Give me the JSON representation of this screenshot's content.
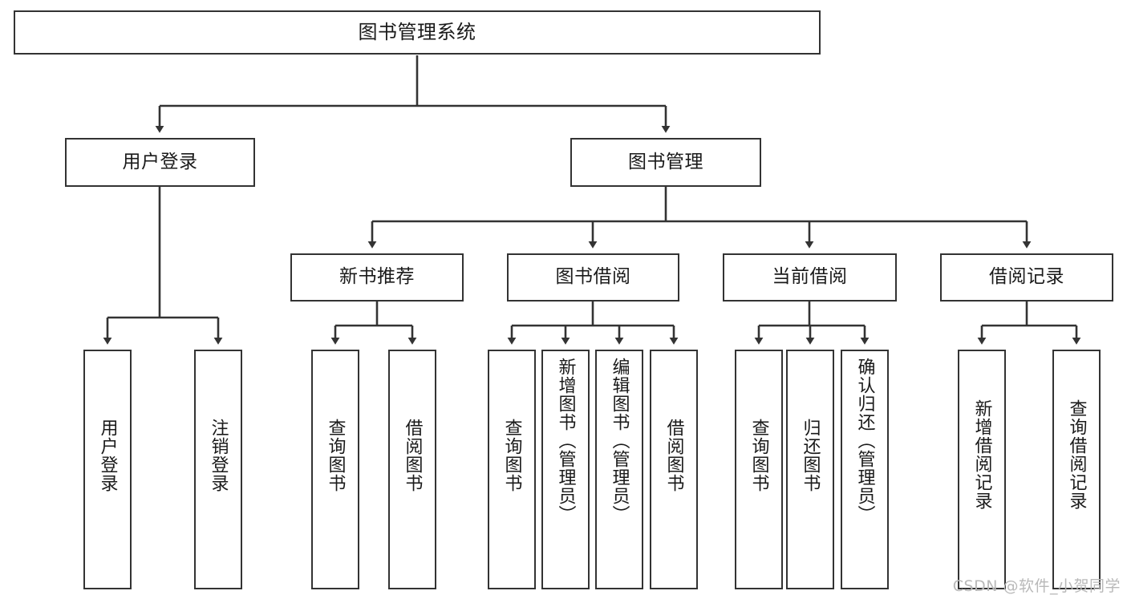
{
  "diagram": {
    "type": "tree-hierarchy",
    "root": {
      "id": "root",
      "label": "图书管理系统"
    },
    "level2": [
      {
        "id": "user-login",
        "label": "用户登录"
      },
      {
        "id": "book-management",
        "label": "图书管理"
      }
    ],
    "level3": [
      {
        "id": "new-book-recommend",
        "label": "新书推荐"
      },
      {
        "id": "book-borrow",
        "label": "图书借阅"
      },
      {
        "id": "current-borrow",
        "label": "当前借阅"
      },
      {
        "id": "borrow-record",
        "label": "借阅记录"
      }
    ],
    "leaves": {
      "user_login": [
        {
          "id": "leaf-user-login",
          "label": "用户登录"
        },
        {
          "id": "leaf-logout",
          "label": "注销登录"
        }
      ],
      "new_book_recommend": [
        {
          "id": "leaf-query-book-1",
          "label": "查询图书"
        },
        {
          "id": "leaf-borrow-book-1",
          "label": "借阅图书"
        }
      ],
      "book_borrow": [
        {
          "id": "leaf-query-book-2",
          "label": "查询图书"
        },
        {
          "id": "leaf-add-book",
          "label": "新增图书（管理员）"
        },
        {
          "id": "leaf-edit-book",
          "label": "编辑图书（管理员）"
        },
        {
          "id": "leaf-borrow-book-2",
          "label": "借阅图书"
        }
      ],
      "current_borrow": [
        {
          "id": "leaf-query-book-3",
          "label": "查询图书"
        },
        {
          "id": "leaf-return-book",
          "label": "归还图书"
        },
        {
          "id": "leaf-confirm-return",
          "label": "确认归还（管理员）"
        }
      ],
      "borrow_record": [
        {
          "id": "leaf-add-record",
          "label": "新增借阅记录"
        },
        {
          "id": "leaf-query-record",
          "label": "查询借阅记录"
        }
      ]
    }
  },
  "watermark": {
    "text": "CSDN @软件_小贺同学"
  },
  "colors": {
    "stroke": "#333333",
    "fill": "#ffffff",
    "text": "#1a1a1a",
    "watermark": "#b9b9b9"
  }
}
